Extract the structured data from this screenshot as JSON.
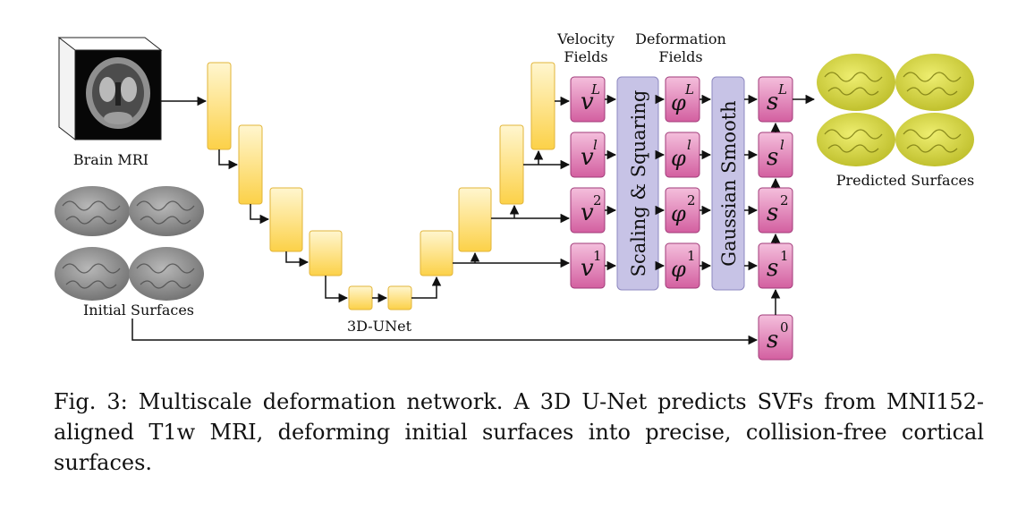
{
  "diagram": {
    "input_label": "Brain MRI",
    "surfaces_label": "Initial Surfaces",
    "unet_label": "3D-UNet",
    "output_label": "Predicted Surfaces",
    "velocity_header": [
      "Velocity",
      "Fields"
    ],
    "deformation_header": [
      "Deformation",
      "Fields"
    ],
    "scaling_label": "Scaling & Squaring",
    "smooth_label": "Gaussian Smooth",
    "velocity_nodes": [
      {
        "base": "v",
        "sup": "L"
      },
      {
        "base": "v",
        "sup": "l"
      },
      {
        "base": "v",
        "sup": "2"
      },
      {
        "base": "v",
        "sup": "1"
      }
    ],
    "deformation_nodes": [
      {
        "base": "φ",
        "sup": "L"
      },
      {
        "base": "φ",
        "sup": "l"
      },
      {
        "base": "φ",
        "sup": "2"
      },
      {
        "base": "φ",
        "sup": "1"
      }
    ],
    "surface_nodes": [
      {
        "base": "s",
        "sup": "L"
      },
      {
        "base": "s",
        "sup": "l"
      },
      {
        "base": "s",
        "sup": "2"
      },
      {
        "base": "s",
        "sup": "1"
      },
      {
        "base": "s",
        "sup": "0"
      }
    ],
    "colors": {
      "unet_block": "#fcd760",
      "node_pink": "#d76aa8",
      "op_box": "#c7c3e6",
      "predicted": "#d4d43a",
      "initial": "#8c8c8c"
    }
  },
  "caption": "Fig. 3: Multiscale deformation network. A 3D U-Net predicts SVFs from MNI152-aligned T1w MRI, deforming initial surfaces into precise, collision-free cortical surfaces."
}
